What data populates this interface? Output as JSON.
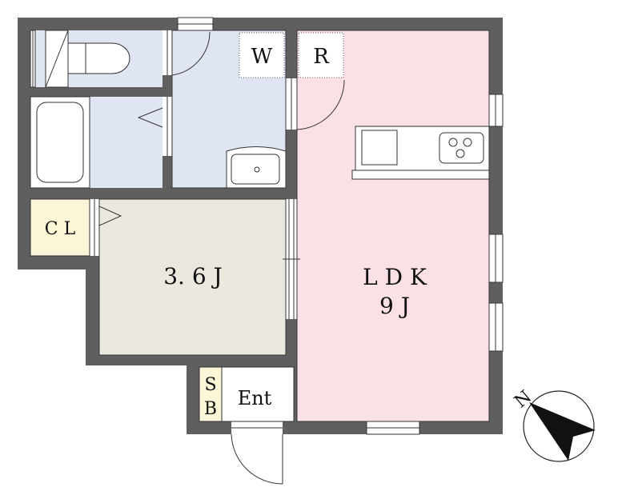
{
  "rooms": {
    "wc": "W",
    "refrigerator": "R",
    "closet": "C L",
    "bedroom": "3. 6 J",
    "ldk_name": "L D K",
    "ldk_size": "9 J",
    "shoe_box_top": "S",
    "shoe_box_bottom": "B",
    "entrance": "Ent"
  },
  "compass": {
    "north_label": "N"
  },
  "colors": {
    "wall": "#5f5f5f",
    "ldk": "#fbe1e6",
    "bedroom": "#ebe9df",
    "wet_area": "#dfe5f3",
    "closet": "#fbf6d7",
    "outline": "#222222"
  }
}
